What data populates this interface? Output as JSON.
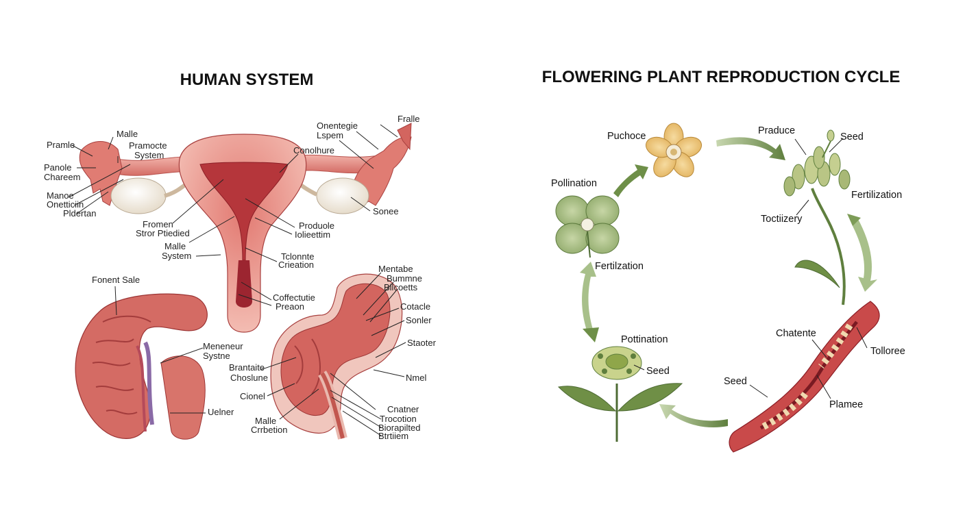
{
  "colors": {
    "flesh_light": "#f1b8b0",
    "flesh_mid": "#d9756c",
    "flesh_dark": "#a9363a",
    "flesh_deep": "#8b1e26",
    "ovary": "#f3ece0",
    "leaf": "#9bb27a",
    "leaf_dark": "#4e6b34",
    "arrow_green": "#8aa866",
    "petal_yellow": "#e9c172",
    "ink": "#222222"
  },
  "human": {
    "title": "HUMAN SYSTEM",
    "labels": {
      "pramle": "Pramle",
      "malle_top": "Malle",
      "pramocte_1": "Pramocte",
      "pramocte_2": "System",
      "panole_1": "Panole",
      "panole_2": "Chareem",
      "manoe_1": "Manoe",
      "manoe_2": "Onetticiin",
      "manoe_3": "Pldertan",
      "onentegie_1": "Onentegie",
      "onentegie_2": "Lspem",
      "fralle": "Fralle",
      "conolhure": "Conolhure",
      "sonee": "Sonee",
      "fromen_1": "Fromen",
      "fromen_2": "Stror Ptiedied",
      "malle_sys_1": "Malle",
      "malle_sys_2": "System",
      "produole_1": "Produole",
      "produole_2": "Iolieettim",
      "tclonnte_1": "Tclonnte",
      "tclonnte_2": "Crieation",
      "forrent_sale": "Fonent Sale",
      "coffectutie_1": "Coffectutie",
      "coffectutie_2": "Preaon",
      "mentabe_1": "Mentabe",
      "mentabe_2": "Bummne",
      "mentabe_3": "Bilcoetts",
      "cotacle": "Cotacle",
      "sonler": "Sonler",
      "staoter": "Staoter",
      "meneneur_1": "Meneneur",
      "meneneur_2": "Systne",
      "brantate_1": "Brantaite",
      "brantate_2": "Choslune",
      "nmel": "Nmel",
      "cionel": "Cionel",
      "uelner": "Uelner",
      "malle_bot_1": "Malle",
      "malle_bot_2": "Crrbetion",
      "cnatner_1": "Cnatner",
      "cnatner_2": "Trocotion",
      "cnatner_3": "Biorapilted",
      "cnatner_4": "Btrtiiem"
    }
  },
  "plant": {
    "title": "FLOWERING PLANT REPRODUCTION CYCLE",
    "labels": {
      "puchoce": "Puchoce",
      "praduce": "Praduce",
      "seed_top": "Seed",
      "pollination_left": "Pollination",
      "fertilization_right": "Fertilization",
      "toctizery": "Toctiizery",
      "fertilization_left": "Fertilzation",
      "pottination": "Pottination",
      "seed_mid": "Seed",
      "chatente": "Chatente",
      "tolloree": "Tolloree",
      "seed_bottom": "Seed",
      "plamee": "Plamee"
    }
  }
}
